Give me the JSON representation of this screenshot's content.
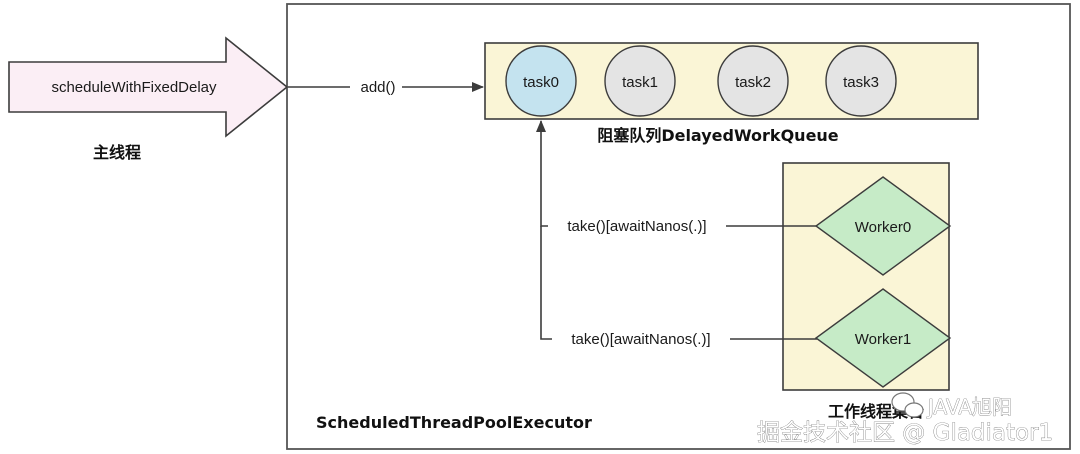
{
  "main_thread": {
    "call_label": "scheduleWithFixedDelay",
    "caption": "主线程"
  },
  "executor": {
    "label": "ScheduledThreadPoolExecutor"
  },
  "queue": {
    "add_label": "add()",
    "label": "阻塞队列DelayedWorkQueue",
    "tasks": [
      "task0",
      "task1",
      "task2",
      "task3"
    ],
    "active_task_color": "#c4e3ef",
    "idle_task_color": "#e4e4e4",
    "fill_color": "#faf5d6"
  },
  "workers": {
    "label": "工作线程集合",
    "items": [
      "Worker0",
      "Worker1"
    ],
    "take_label": "take()[awaitNanos(.)]",
    "worker_color": "#c6ebc7"
  },
  "watermark": {
    "account": "JAVA旭阳",
    "site": "掘金技术社区 @ Gladiator1"
  },
  "colors": {
    "arrow_fill": "#fbeef5",
    "line": "#3c3c3c"
  }
}
